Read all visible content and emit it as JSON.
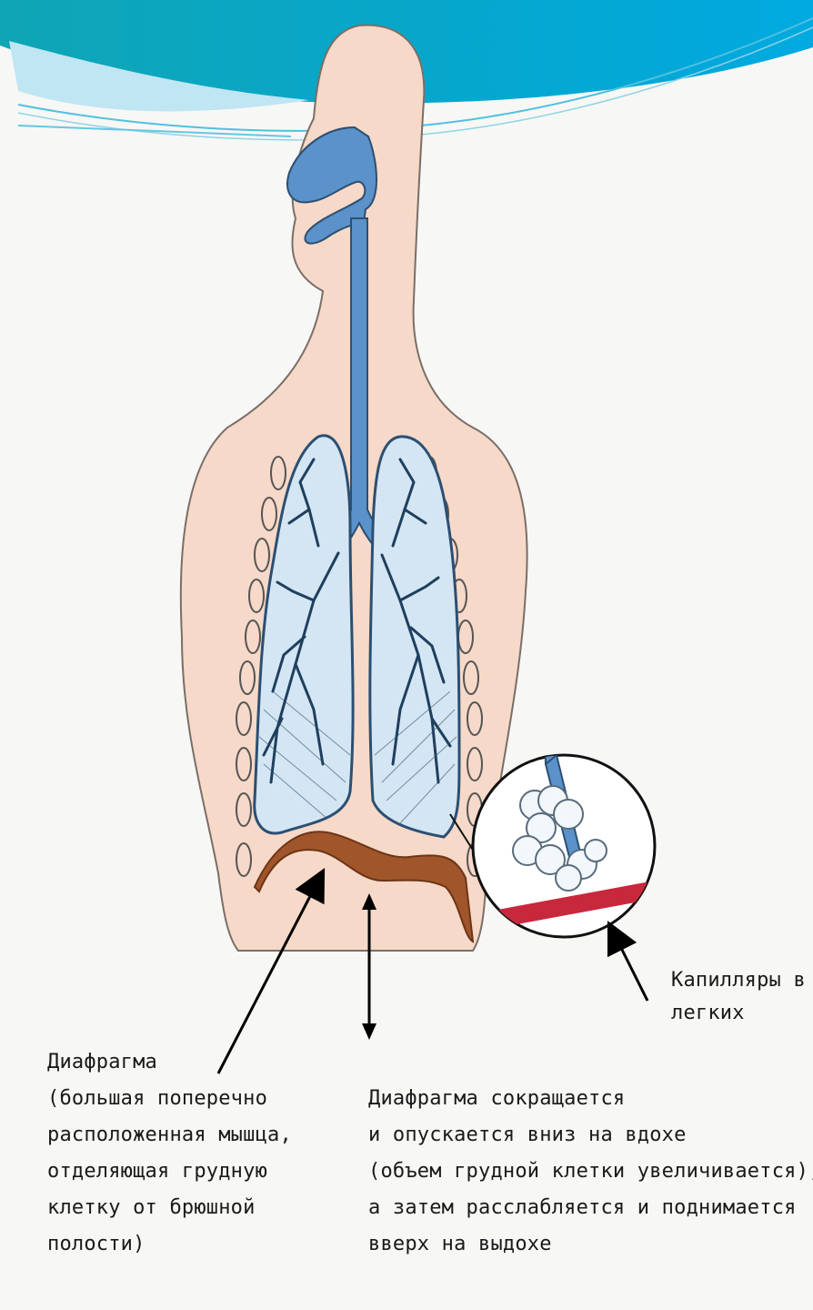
{
  "colors": {
    "header_teal": "#11a7b8",
    "header_light": "#b9e3ef",
    "skin": "#f6d9c8",
    "airway": "#5a92c9",
    "lung_fill": "#d4e6f3",
    "diaphragm": "#a0552b",
    "capillary": "#c8283c"
  },
  "labels": {
    "diaphragm": [
      "Диафрагма",
      "(большая поперечно",
      "расположенная мышца,",
      "отделяющая грудную",
      "клетку от брюшной",
      "полости)"
    ],
    "diaphragm_action": [
      "Диафрагма сокращается",
      "и опускается вниз на вдохе",
      "(объем грудной клетки увеличивается),",
      "а затем расслабляется и поднимается",
      "вверх на выдохе"
    ],
    "capillaries": [
      "Капилляры в",
      "легких"
    ]
  },
  "icons": [
    "body-silhouette",
    "nasal-cavity",
    "trachea",
    "left-lung",
    "right-lung",
    "diaphragm-muscle",
    "alveoli-magnifier",
    "pointer-arrow",
    "double-arrow"
  ]
}
